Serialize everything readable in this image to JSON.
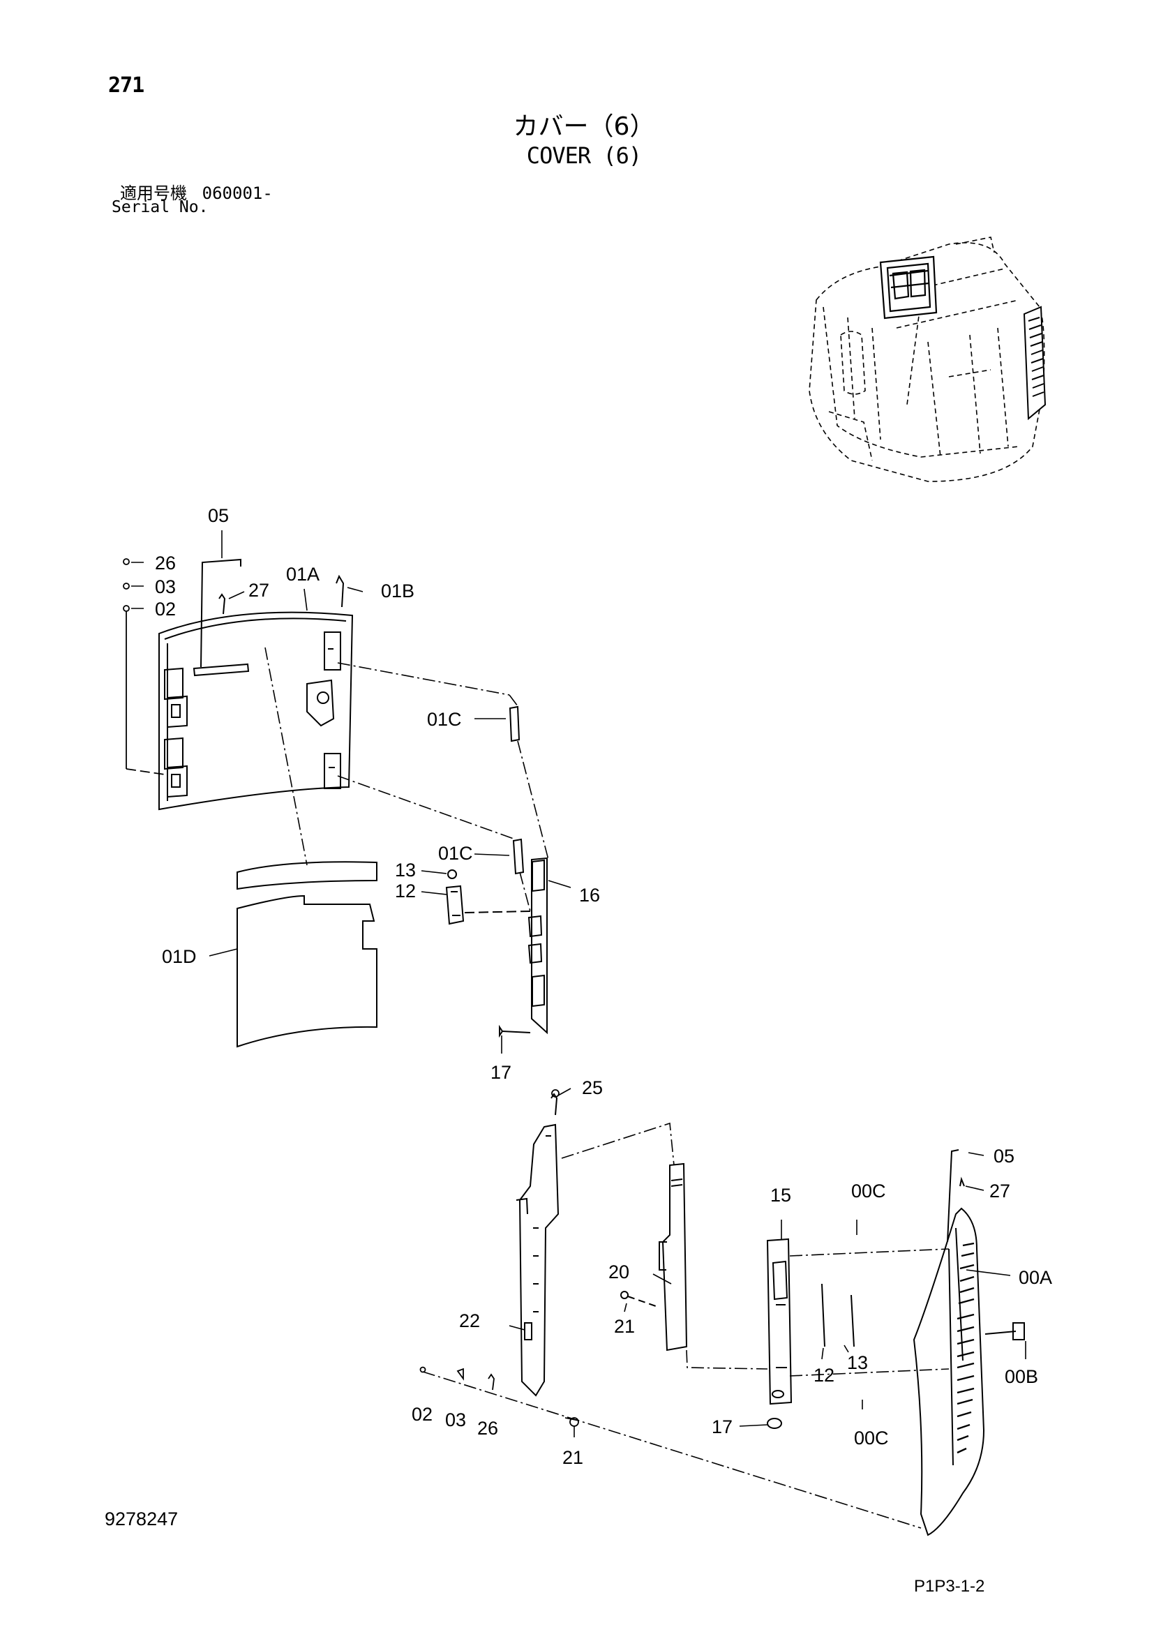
{
  "header": {
    "page_number": "271",
    "title_jp": "カバー（6）",
    "title_en": "COVER (6)",
    "serial_label_jp": "適用号機",
    "serial_value": "060001-",
    "serial_label_en": "Serial No."
  },
  "footer": {
    "drawing_number": "9278247",
    "sheet_code": "P1P3-1-2"
  },
  "part_labels": {
    "p05_top": "05",
    "p26_top": "26",
    "p03_top": "03",
    "p02_top": "02",
    "p27_top": "27",
    "p01A": "01A",
    "p01B": "01B",
    "p01C_upper": "01C",
    "p01C_lower": "01C",
    "p13_top": "13",
    "p12_top": "12",
    "p16": "16",
    "p01D": "01D",
    "p17_upper": "17",
    "p25": "25",
    "p05_right": "05",
    "p27_right": "27",
    "p15": "15",
    "p00C_upper": "00C",
    "p00A": "00A",
    "p20": "20",
    "p21_mid": "21",
    "p22": "22",
    "p13_mid": "13",
    "p00B": "00B",
    "p12_mid": "12",
    "p02_bottom": "02",
    "p03_bottom": "03",
    "p26_bottom": "26",
    "p17_lower": "17",
    "p00C_lower": "00C",
    "p21_bottom": "21"
  }
}
